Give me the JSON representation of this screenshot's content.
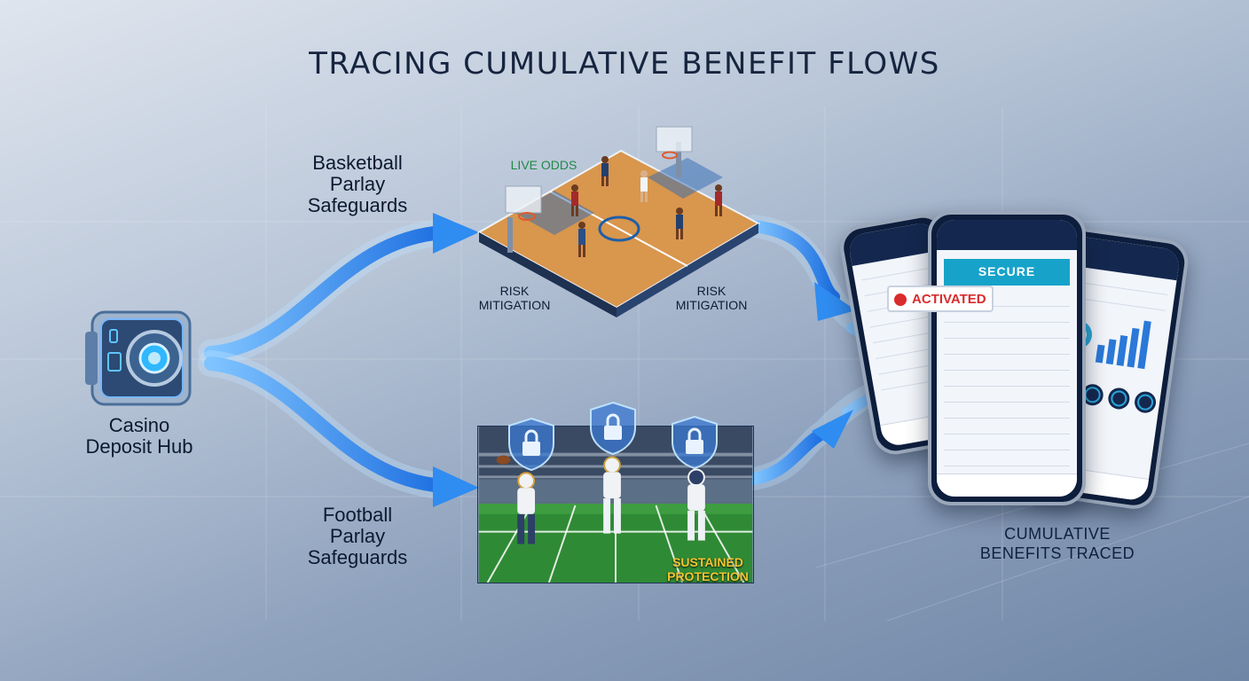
{
  "title": "TRACING CUMULATIVE BENEFIT FLOWS",
  "hub": {
    "label_line1": "Casino",
    "label_line2": "Deposit Hub",
    "icon": "vault-icon"
  },
  "basketball": {
    "label_line1": "Basketball",
    "label_line2": "Parlay",
    "label_line3": "Safeguards",
    "live_odds": "LIVE ODDS",
    "risk_left_line1": "RISK",
    "risk_left_line2": "MITIGATION",
    "risk_right_line1": "RISK",
    "risk_right_line2": "MITIGATION"
  },
  "football": {
    "label_line1": "Football",
    "label_line2": "Parlay",
    "label_line3": "Safeguards",
    "sustained_line1": "SUSTAINED",
    "sustained_line2": "PROTECTION",
    "shield_icon": "lock-shield-icon"
  },
  "phones": {
    "secure": "SECURE",
    "activated": "ACTIVATED"
  },
  "cumulative": {
    "line1": "CUMULATIVE",
    "line2": "BENEFITS TRACED"
  },
  "colors": {
    "flow": "#2f8cf0",
    "flow_glow": "#9fd0ff",
    "title": "#16243f",
    "court": "#d9964d",
    "field": "#2f8a35",
    "secure": "#17a3c9",
    "activated": "#d92c2c"
  }
}
